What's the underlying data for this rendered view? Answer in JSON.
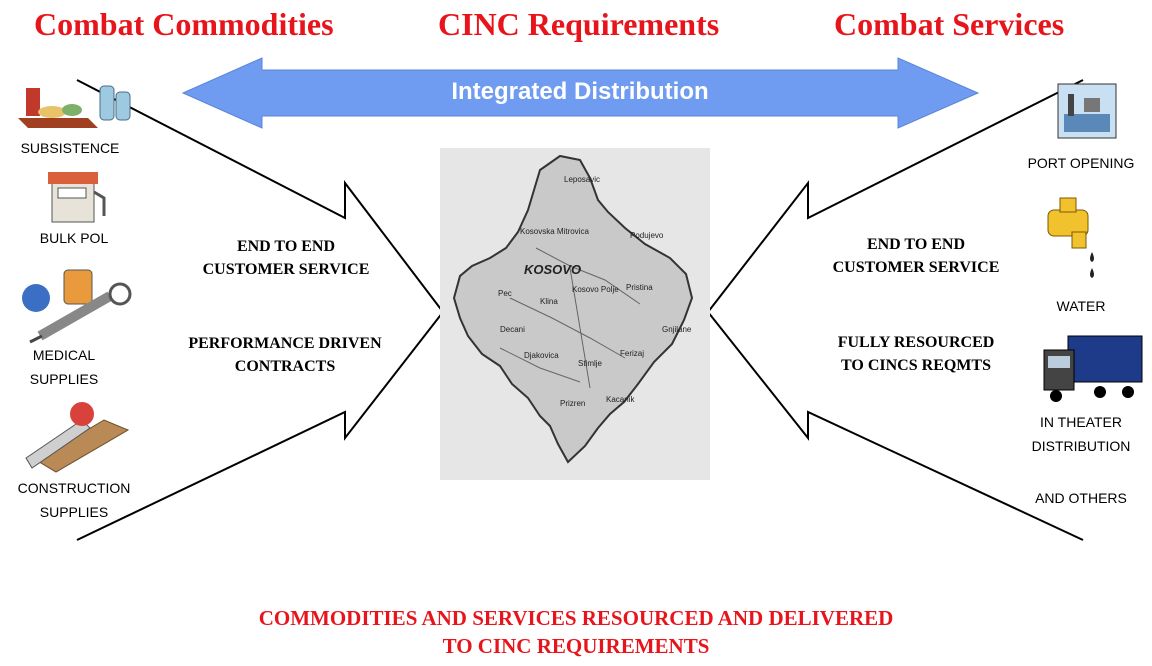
{
  "headings": {
    "left": "Combat Commodities",
    "center": "CINC Requirements",
    "right": "Combat Services"
  },
  "banner": "Integrated Distribution",
  "left_column": [
    {
      "label": "SUBSISTENCE",
      "icon": "food-tray-icon"
    },
    {
      "label": "BULK POL",
      "icon": "fuel-pump-icon"
    },
    {
      "label_lines": [
        "MEDICAL",
        "SUPPLIES"
      ],
      "icon": "medical-supplies-icon"
    },
    {
      "label_lines": [
        "CONSTRUCTION",
        "SUPPLIES"
      ],
      "icon": "saw-icon"
    }
  ],
  "right_column": [
    {
      "label": "PORT OPENING",
      "icon": "port-icon"
    },
    {
      "label": "WATER",
      "icon": "faucet-icon"
    },
    {
      "label_lines": [
        "IN THEATER",
        "DISTRIBUTION"
      ],
      "icon": "truck-icon"
    },
    {
      "label": "AND OTHERS"
    }
  ],
  "left_arrow_text": {
    "top": [
      "END TO END",
      "CUSTOMER SERVICE"
    ],
    "bottom": [
      "PERFORMANCE DRIVEN",
      "CONTRACTS"
    ]
  },
  "right_arrow_text": {
    "top": [
      "END TO END",
      "CUSTOMER SERVICE"
    ],
    "bottom": [
      "FULLY RESOURCED",
      "TO CINCS REQMTS"
    ]
  },
  "map": {
    "region": "KOSOVO",
    "places": [
      "Leposavic",
      "Kosovska Mitrovica",
      "Podujevo",
      "Pec",
      "Klina",
      "Kosovo Polje",
      "Pristina",
      "Decani",
      "Gnjilane",
      "Djakovica",
      "Stimlje",
      "Ferizaj",
      "Prizren",
      "Kacanik"
    ]
  },
  "footer": [
    "COMMODITIES AND SERVICES RESOURCED AND DELIVERED",
    "TO CINC REQUIREMENTS"
  ],
  "colors": {
    "heading": "#e8141b",
    "banner_fill": "#6f9bf0",
    "map_bg": "#e6e6e6",
    "arrow_stroke": "#000000"
  }
}
